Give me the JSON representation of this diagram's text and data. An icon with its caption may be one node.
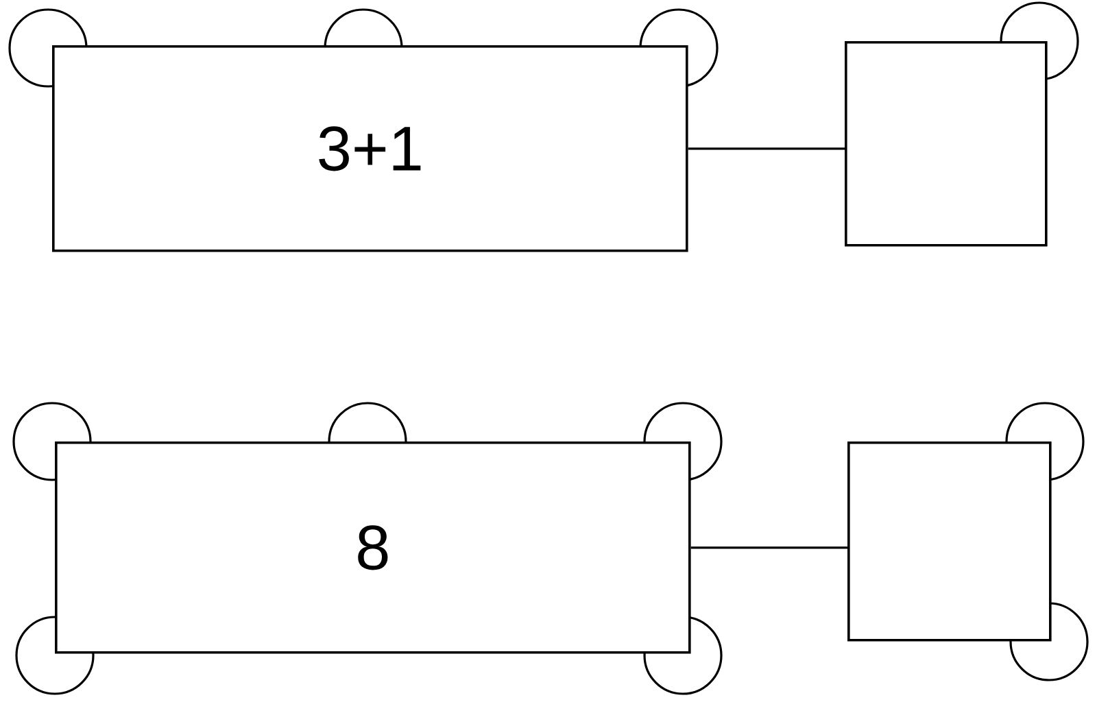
{
  "diagram": {
    "nodes": [
      {
        "text": [
          "3+1"
        ]
      },
      {
        "text": [],
        "shape": "box"
      },
      {
        "text": [
          "8"
        ]
      },
      {
        "text": [],
        "shape": "box"
      }
    ],
    "edges": [
      {
        "from": 0,
        "to": 1,
        "arrow": "none"
      },
      {
        "from": 2,
        "to": 3,
        "arrow": "none"
      }
    ]
  }
}
